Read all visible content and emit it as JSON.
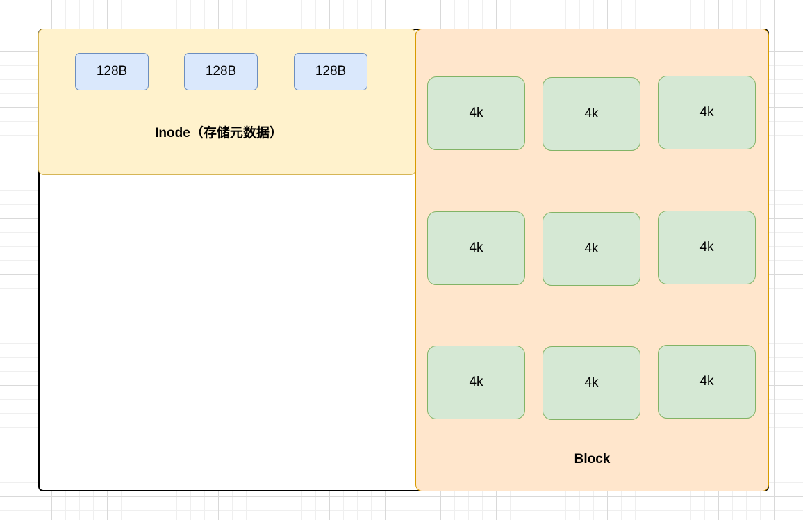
{
  "diagram": {
    "inode_area": {
      "label": "Inode（存储元数据）",
      "cells": [
        "128B",
        "128B",
        "128B"
      ]
    },
    "block_area": {
      "label": "Block",
      "cells": [
        "4k",
        "4k",
        "4k",
        "4k",
        "4k",
        "4k",
        "4k",
        "4k",
        "4k"
      ]
    },
    "colors": {
      "disk_border": "#000000",
      "inode_fill": "#fff2cc",
      "inode_border": "#d6b656",
      "block_area_fill": "#ffe6cc",
      "block_area_border": "#d79b00",
      "inode_cell_fill": "#dae8fc",
      "inode_cell_border": "#6c8ebf",
      "block_cell_fill": "#d5e8d4",
      "block_cell_border": "#82b366"
    }
  }
}
